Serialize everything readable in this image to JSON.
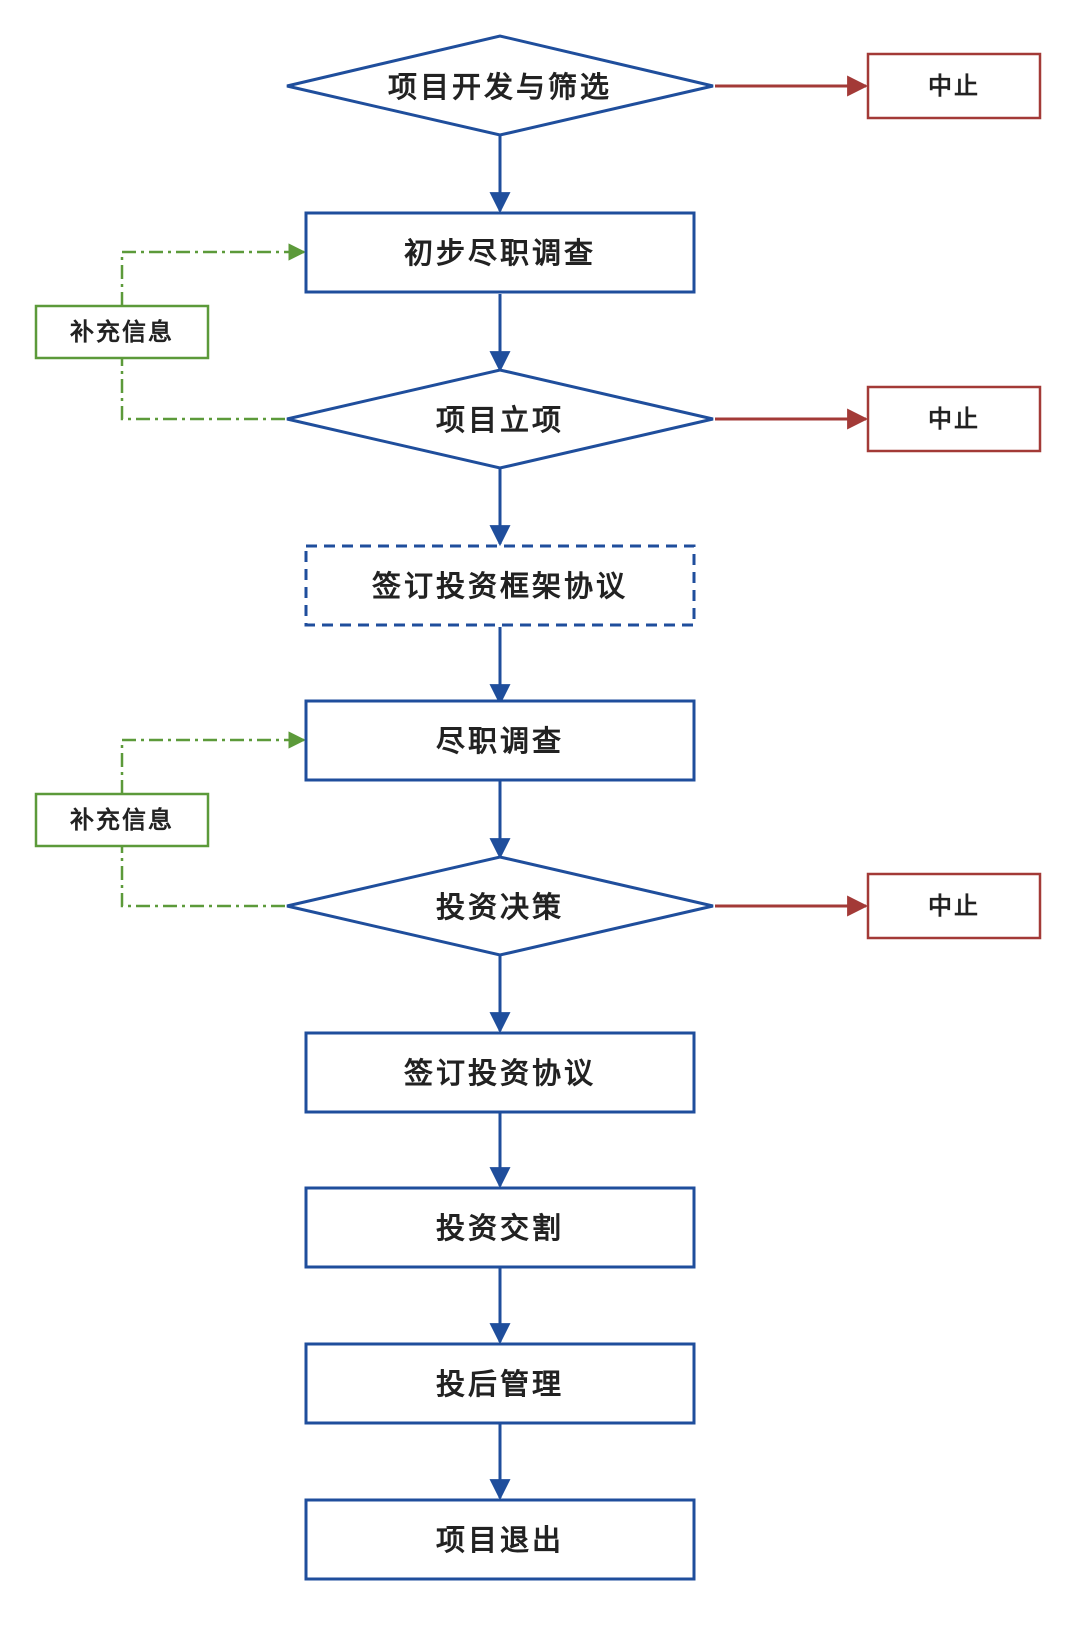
{
  "colors": {
    "main": "#1f4e9c",
    "stop": "#a33a37",
    "feedback": "#5c9a3a",
    "text": "#222222",
    "background": "#ffffff"
  },
  "nodes": {
    "screening": "项目开发与筛选",
    "preliminary_dd": "初步尽职调查",
    "approval": "项目立项",
    "framework_agreement": "签订投资框架协议",
    "due_diligence": "尽职调查",
    "decision": "投资决策",
    "investment_agreement": "签订投资协议",
    "closing": "投资交割",
    "post_management": "投后管理",
    "exit": "项目退出"
  },
  "stops": {
    "stop_1": "中止",
    "stop_2": "中止",
    "stop_3": "中止"
  },
  "feedback": {
    "supplement_1": "补充信息",
    "supplement_2": "补充信息"
  }
}
